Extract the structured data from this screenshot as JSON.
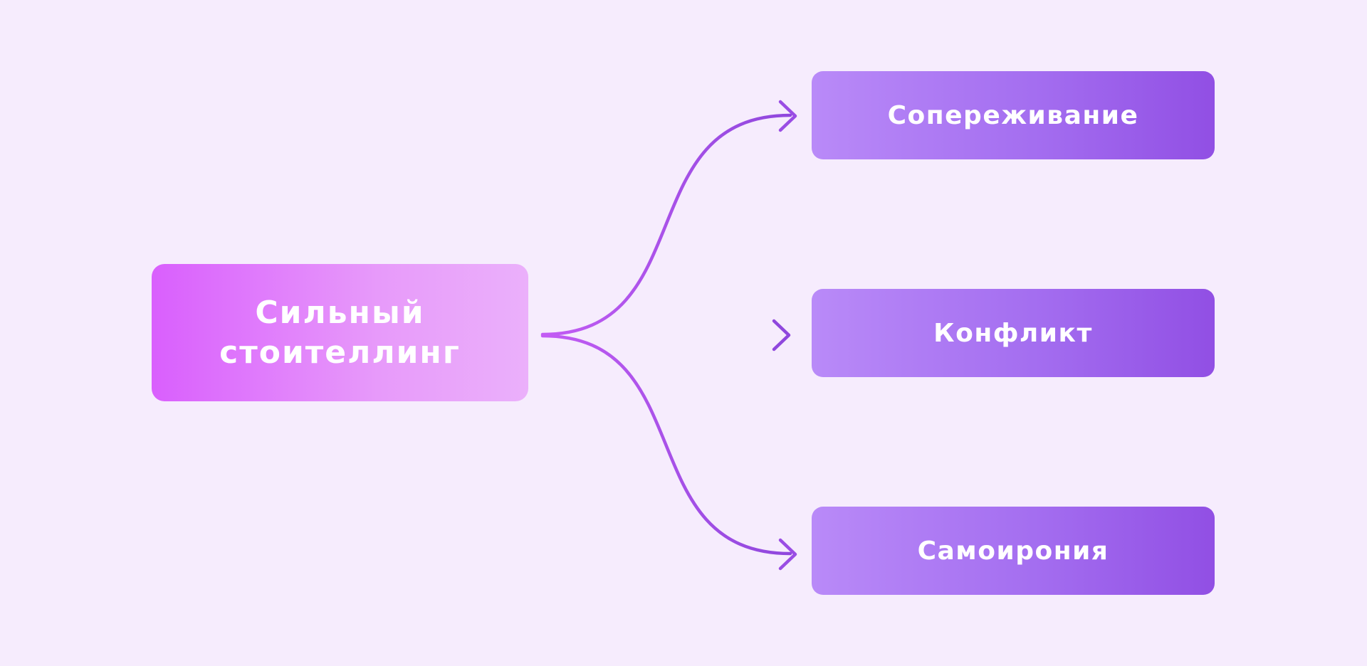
{
  "diagram": {
    "source": {
      "label": "Сильный стоителлинг"
    },
    "targets": [
      {
        "label": "Сопереживание"
      },
      {
        "label": "Конфликт"
      },
      {
        "label": "Самоирония"
      }
    ]
  },
  "colors": {
    "background": "#f6ecfd",
    "source_gradient_start": "#d95ffd",
    "source_gradient_end": "#ebb0fb",
    "target_gradient_start": "#b98af8",
    "target_gradient_end": "#914fe4",
    "connector": "#a24ee6",
    "text": "#ffffff"
  }
}
